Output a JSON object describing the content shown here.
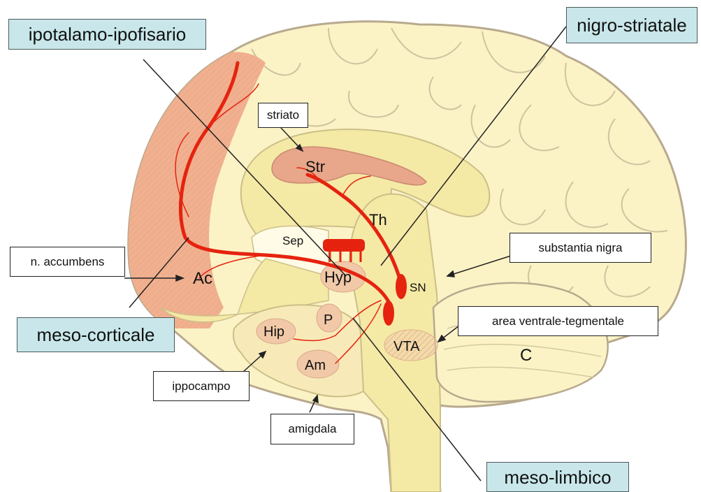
{
  "pathways": {
    "ipotalamo": "ipotalamo-ipofisario",
    "nigro": "nigro-striatale",
    "mesocorticale": "meso-corticale",
    "mesolimbico": "meso-limbico"
  },
  "callouts": {
    "striato": "striato",
    "accumbens": "n. accumbens",
    "nigra": "substantia nigra",
    "vta_area": "area ventrale-tegmentale",
    "ippocampo": "ippocampo",
    "amigdala": "amigdala"
  },
  "regions": {
    "str": "Str",
    "th": "Th",
    "sep": "Sep",
    "hyp": "Hyp",
    "ac": "Ac",
    "sn": "SN",
    "p": "P",
    "hip": "Hip",
    "vta": "VTA",
    "am": "Am",
    "c": "C"
  },
  "colors": {
    "brain": "#fbf3c6",
    "brain_outline": "#b8a98e",
    "cortex_pink": "#f2b08e",
    "limbic": "#f5e9a6",
    "nucleus": "#e8a68a",
    "dopamine_path": "#e5230f",
    "pathway_label_bg": "#c9e7ea"
  }
}
